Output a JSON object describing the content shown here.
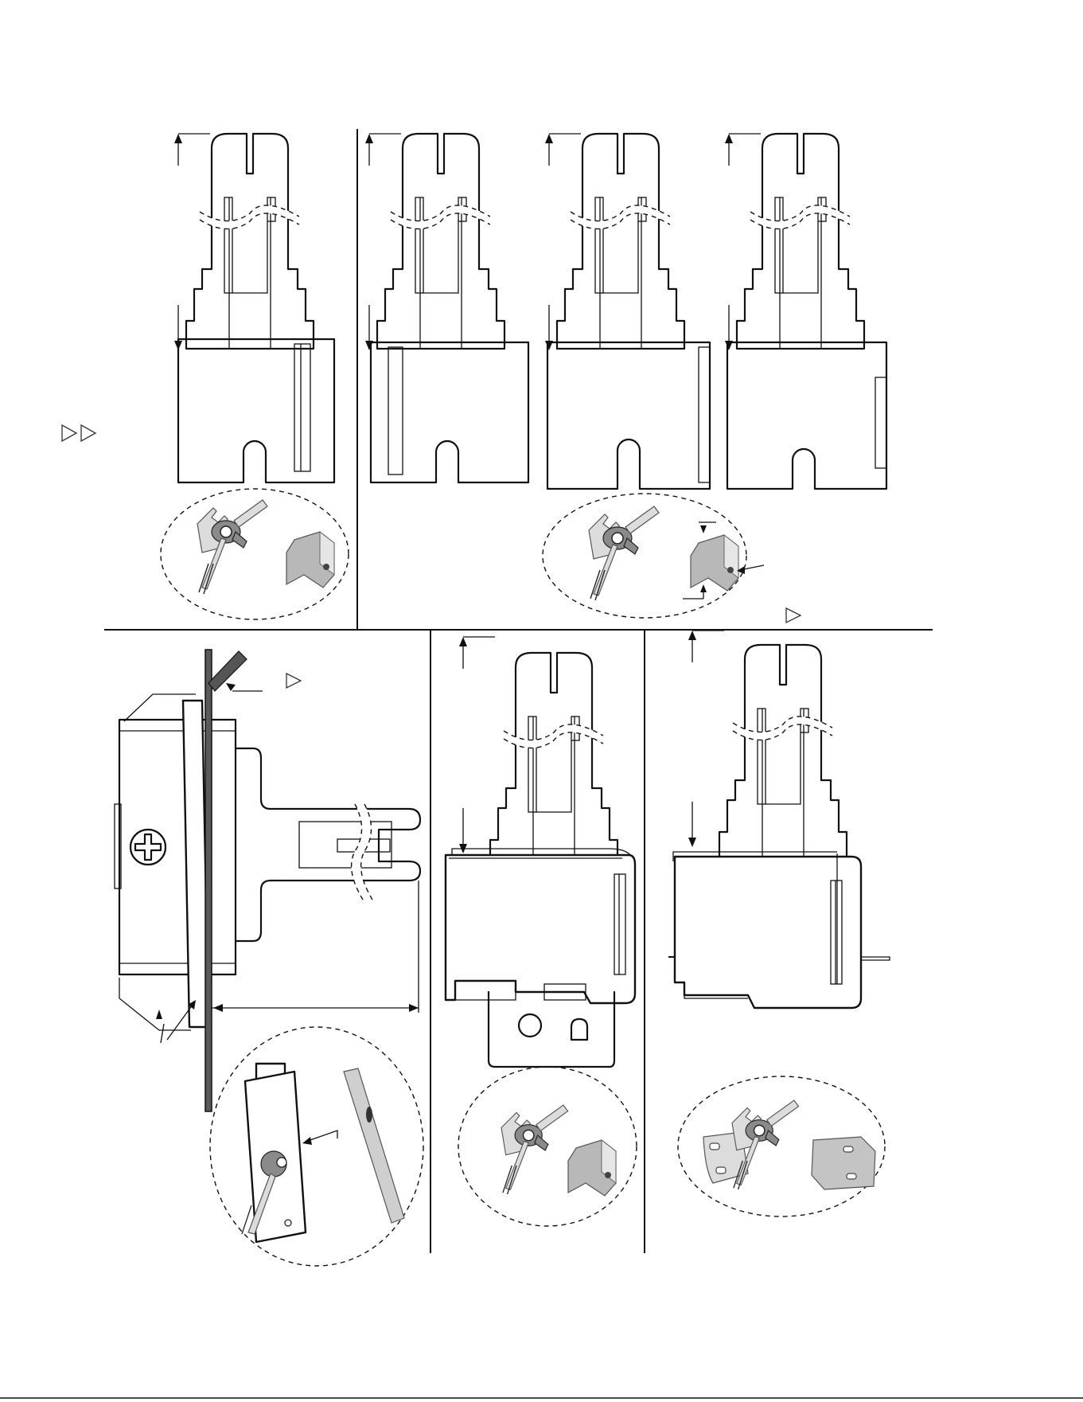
{
  "page": {
    "footer_code": ""
  },
  "icons": {
    "triangle_note": "triangle-outline-icon"
  },
  "panels": [
    {
      "id": "flat-right-slot",
      "kind": "flat-sensor"
    },
    {
      "id": "flat-left-slot",
      "kind": "flat-sensor"
    },
    {
      "id": "flat-right-edge",
      "kind": "flat-sensor"
    },
    {
      "id": "flat-right-window",
      "kind": "flat-sensor"
    },
    {
      "id": "side-view-bracket",
      "kind": "side-view"
    },
    {
      "id": "boxed-with-tab",
      "kind": "boxed-sensor"
    },
    {
      "id": "boxed-with-pins",
      "kind": "boxed-sensor"
    }
  ]
}
